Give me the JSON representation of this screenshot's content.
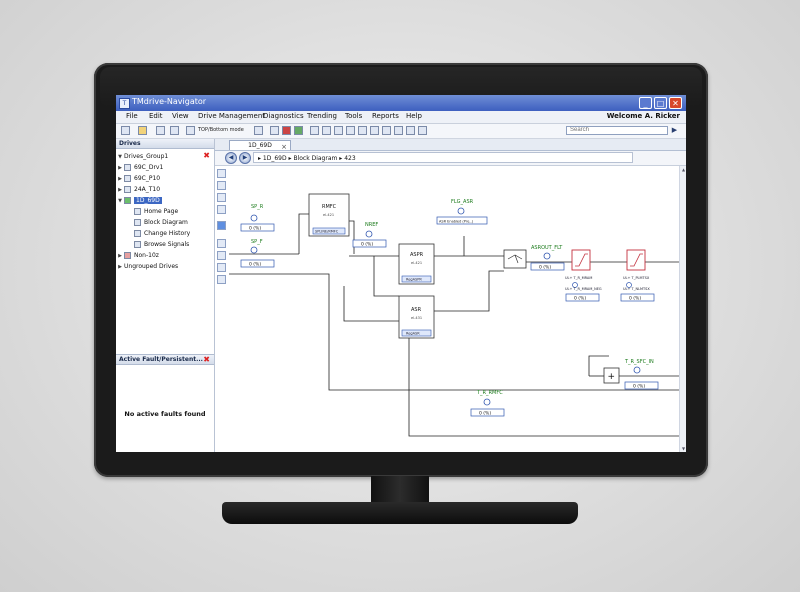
{
  "window": {
    "title": "TMdrive-Navigator",
    "icon": "app-icon"
  },
  "menu": [
    "File",
    "Edit",
    "View",
    "Drive Management",
    "Diagnostics",
    "Trending",
    "Tools",
    "Reports",
    "Help"
  ],
  "welcome": "Welcome A. Ricker",
  "toolbar": {
    "mode_label": "TOP/Bottom mode",
    "search_placeholder": "Search",
    "search_icon": "arrow-right-icon"
  },
  "drives_panel": {
    "title": "Drives",
    "group_label": "Drives_Group1",
    "items": [
      "69C_Drv1",
      "69C_P10",
      "24A_T10",
      "1D_69D"
    ],
    "sub_items": [
      "Home Page",
      "Block Diagram",
      "Change History",
      "Browse Signals"
    ],
    "other_items": [
      "Non-10z",
      "Ungrouped Drives"
    ]
  },
  "fault_panel": {
    "title": "Active Fault/Persistent...",
    "message": "No active faults found"
  },
  "tab": {
    "label": "1D_69D"
  },
  "breadcrumb": {
    "drive": "1D_69D",
    "page": "Block Diagram",
    "number": "423"
  },
  "diagram": {
    "signals": {
      "sp_r": "SP_R",
      "sp_f": "SP_F",
      "nref": "NREF",
      "flg_asr": "FLG_ASR",
      "asrout_flt": "ASROUT_FLT",
      "t_r_rmfc": "T_R_RMFC",
      "t_r_sfc_in": "T_R_SFC_IN"
    },
    "val_box": "0 (%)",
    "blocks": {
      "rmfc": {
        "name": "RMFC",
        "sub": "el-421",
        "tag": "SPLINE/RMFC"
      },
      "aspr": {
        "name": "ASPR",
        "sub": "el-421",
        "tag": "RegASPR"
      },
      "asr": {
        "name": "ASR",
        "sub": "el-431",
        "tag": "RegASR"
      }
    },
    "flag_tag": "ASR Enabled (Pre..)",
    "limits": {
      "upper": "UL+",
      "upper_prefix": "UL+  T_R_MRAM",
      "neg": "UL+  T_R_MRAM_NEG",
      "upper2": "UL+  T_PLMTSX",
      "neg2": "UL+  T_NLMTSX"
    }
  }
}
